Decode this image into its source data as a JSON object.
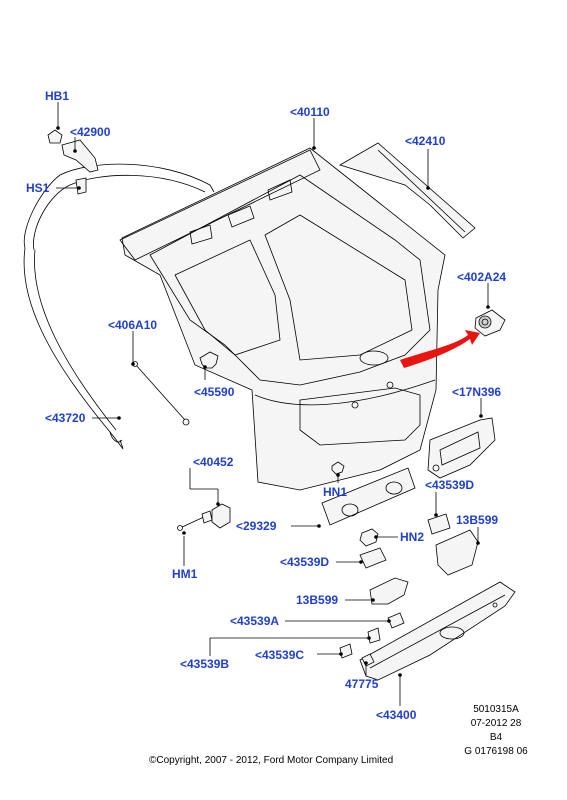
{
  "labels": {
    "HB1": "HB1",
    "l42900": "<42900",
    "HS1": "HS1",
    "l40110": "<40110",
    "l42410": "<42410",
    "l402A24": "<402A24",
    "l406A10": "<406A10",
    "l45590": "<45590",
    "l43720": "<43720",
    "l17N396": "<17N396",
    "l40452": "<40452",
    "HN1": "HN1",
    "l43539D_right": "<43539D",
    "l29329": "<29329",
    "HN2": "HN2",
    "l13B599_right": "13B599",
    "HM1": "HM1",
    "l43539D_left": "<43539D",
    "l13B599_left": "13B599",
    "l43539A": "<43539A",
    "l43539B": "<43539B",
    "l43539C": "<43539C",
    "l47775": "47775",
    "l43400": "<43400"
  },
  "reference": {
    "line1": "5010315A",
    "line2": "07-2012 28",
    "line3": "B4",
    "line4": "G 0176198 06"
  },
  "copyright": "©Copyright, 2007 - 2012, Ford Motor Company Limited",
  "colors": {
    "label": "#1f3fd1",
    "arrow": "#e8140f",
    "line": "#000000"
  }
}
